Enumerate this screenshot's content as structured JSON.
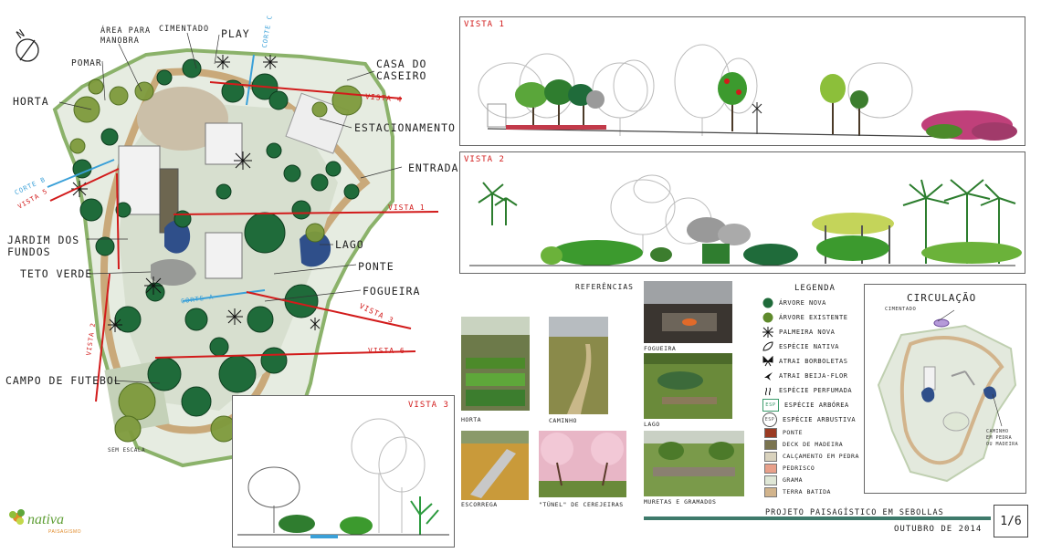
{
  "site_plan": {
    "labels": {
      "cimentado": "CIMENTADO",
      "area_manobra": "ÁREA PARA\nMANOBRA",
      "play": "PLAY",
      "pomar": "POMAR",
      "casa_caseiro": "CASA DO\nCASEIRO",
      "horta": "HORTA",
      "estacionamento": "ESTACIONAMENTO",
      "entrada": "ENTRADA",
      "jardim_fundos": "JARDIM DOS\nFUNDOS",
      "lago": "LAGO",
      "ponte": "PONTE",
      "teto_verde": "TETO VERDE",
      "fogueira": "FOGUEIRA",
      "campo_futebol": "CAMPO DE FUTEBOL",
      "sem_escala": "SEM ESCALA",
      "corte_a": "CORTE A",
      "corte_b": "CORTE B",
      "corte_c": "CORTE C",
      "vista1": "VISTA 1",
      "vista2": "VISTA 2",
      "vista4": "VISTA 4",
      "vista5": "VISTA 5",
      "vista3": "VISTA 3",
      "vista6": "VISTA 6",
      "north": "N"
    }
  },
  "logo": {
    "name": "nativa",
    "sub": "PAISAGISMO"
  },
  "views": {
    "vista1_title": "VISTA 1",
    "vista2_title": "VISTA 2",
    "vista3_title": "VISTA 3"
  },
  "referencias": {
    "title": "REFERÊNCIAS",
    "photos": [
      {
        "caption": "HORTA"
      },
      {
        "caption": "CAMINHO"
      },
      {
        "caption": "FOGUEIRA"
      },
      {
        "caption": "LAGO"
      },
      {
        "caption": "ESCORREGA"
      },
      {
        "caption": "\"TÚNEL\" DE CEREJEIRAS"
      },
      {
        "caption": "MURETAS E GRAMADOS"
      }
    ]
  },
  "legenda": {
    "title": "LEGENDA",
    "items": [
      {
        "label": "ÁRVORE NOVA",
        "icon": "dark-green-circle"
      },
      {
        "label": "ÁRVORE EXISTENTE",
        "icon": "olive-circle"
      },
      {
        "label": "PALMEIRA NOVA",
        "icon": "asterisk"
      },
      {
        "label": "ESPÉCIE NATIVA",
        "icon": "leaf"
      },
      {
        "label": "ATRAI BORBOLETAS",
        "icon": "butterfly"
      },
      {
        "label": "ATRAI BEIJA-FLOR",
        "icon": "hummingbird"
      },
      {
        "label": "ESPÉCIE PERFUMADA",
        "icon": "scent"
      },
      {
        "label": "ESPÉCIE ARBÓREA",
        "icon": "esp-box",
        "badge": "ESP"
      },
      {
        "label": "ESPÉCIE ARBUSTIVA",
        "icon": "esp-circle",
        "badge": "ESP"
      }
    ],
    "materials": [
      {
        "label": "PONTE",
        "color": "#9b3a22"
      },
      {
        "label": "DECK DE MADEIRA",
        "color": "#7a7450"
      },
      {
        "label": "CALÇAMENTO EM PEDRA",
        "color": "#d9d2bd"
      },
      {
        "label": "PEDRISCO",
        "color": "#e8a08a"
      },
      {
        "label": "GRAMA",
        "color": "#dfe7d6"
      },
      {
        "label": "TERRA BATIDA",
        "color": "#d2b48c"
      }
    ]
  },
  "circulacao": {
    "title": "CIRCULAÇÃO",
    "cimentado": "CIMENTADO",
    "caminho": "CAMINHO\nEM PEDRA\nOU MADEIRA"
  },
  "footer": {
    "project": "PROJETO PAISAGÍSTICO EM SEBOLLAS",
    "date": "OUTUBRO DE 2014",
    "sheet": "1/6"
  },
  "colors": {
    "red": "#d21b1b",
    "blue": "#3aa0d8",
    "dark_green": "#1f6b3a",
    "olive": "#5f8a2c",
    "footer_bar": "#3e7a6b"
  }
}
